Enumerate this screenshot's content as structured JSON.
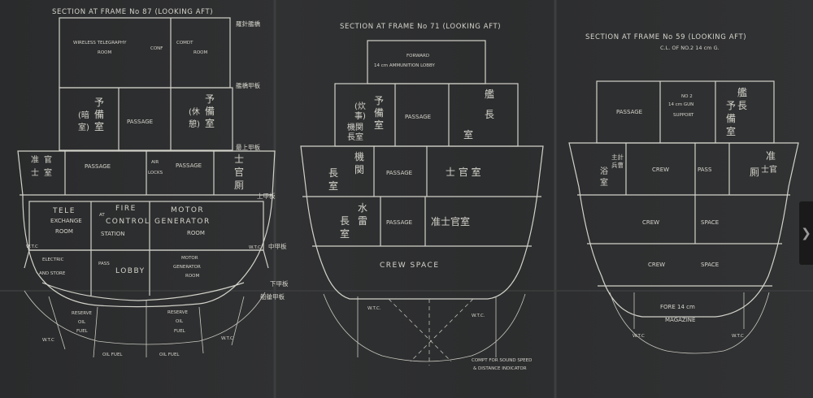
{
  "sections": [
    {
      "title": "SECTION AT FRAME No 87 (LOOKING AFT)",
      "labels": {
        "wt_room_1": "WIRELESS TELEGRAPHY",
        "wt_room_2": "ROOM",
        "conf": "CONF",
        "comdt_1": "COMDT",
        "comdt_2": "ROOM",
        "passage_upper": "PASSAGE",
        "passage_mid_1": "PASSAGE",
        "air_1": "AIR",
        "air_2": "LOCKS",
        "passage_mid_2": "PASSAGE",
        "tele_1": "TELE",
        "tele_2": "EXCHANGE",
        "tele_3": "ROOM",
        "fire_1": "FIRE",
        "fire_2": "CONTROL",
        "fire_3": "STATION",
        "fire_at": "AT",
        "motor_1": "MOTOR",
        "motor_2": "GENERATOR",
        "motor_3": "ROOM",
        "elec_1": "ELECTRIC",
        "elec_2": "AND STORE",
        "lobby": "LOBBY",
        "pass_small": "PASS",
        "motgen_1": "MOTOR",
        "motgen_2": "GENERATOR",
        "motgen_3": "ROOM",
        "reserve_1": "RESERVE",
        "reserve_2": "OIL",
        "reserve_3": "FUEL",
        "reserve_b_1": "RESERVE",
        "reserve_b_2": "OIL",
        "reserve_b_3": "FUEL",
        "oil_fuel_1": "OIL FUEL",
        "oil_fuel_2": "OIL FUEL",
        "wtc_left": "W.T.C",
        "wtc_right": "W.T.C",
        "wtc_left_side": "W.T.C",
        "wtc_right_side": "W.T.C"
      },
      "cjk": {
        "top_right": "羅針艦橋",
        "deck_1": "艦橋甲板",
        "deck_2": "最上甲板",
        "deck_3": "上甲板",
        "deck_4": "中甲板",
        "deck_5": "下甲板",
        "deck_6": "船艙甲板",
        "l_upper_1": "予",
        "l_upper_2": "備",
        "l_upper_3": "室",
        "l_upper_4": "(暗",
        "l_upper_5": "室)",
        "r_upper_1": "予",
        "r_upper_2": "備",
        "r_upper_3": "室",
        "r_upper_4": "(休",
        "r_upper_5": "憩)",
        "l_mid_1": "准",
        "l_mid_2": "士",
        "l_mid_3": "官",
        "l_mid_4": "室",
        "r_mid_1": "士",
        "r_mid_2": "官",
        "r_mid_3": "厠"
      }
    },
    {
      "title": "SECTION AT FRAME No 71 (LOOKING AFT)",
      "labels": {
        "fwd_1": "FORWARD",
        "fwd_2": "14 cm AMMUNITION LOBBY",
        "passage_1": "PASSAGE",
        "passage_2": "PASSAGE",
        "passage_3": "PASSAGE",
        "crew": "CREW SPACE",
        "wtc_l": "W.T.C.",
        "wtc_r": "W.T.C.",
        "note_1": "COMPT FOR SOUND SPEED",
        "note_2": "& DISTANCE INDICATOR"
      },
      "cjk": {
        "a_1": "予",
        "a_2": "備",
        "a_3": "室",
        "b_1": "(炊",
        "b_2": "事)",
        "b_3": "機関",
        "b_4": "長室",
        "c_1": "艦",
        "c_2": "長",
        "c_3": "室",
        "d_1": "機",
        "d_2": "関",
        "d_3": "長",
        "d_4": "室",
        "e": "士 官 室",
        "f_1": "水",
        "f_2": "雷",
        "f_3": "長",
        "f_4": "室",
        "g": "准士官室"
      }
    },
    {
      "title": "SECTION AT FRAME No 59 (LOOKING AFT)",
      "subtitle": "C.L. OF NO.2 14 cm G.",
      "labels": {
        "passage": "PASSAGE",
        "no2_1": "NO 2",
        "no2_2": "14 cm GUN",
        "no2_3": "SUPPORT",
        "crew_1": "CREW",
        "pass_1": "PASS",
        "crew_2": "CREW",
        "space_2": "SPACE",
        "crew_3": "CREW",
        "space_3": "SPACE",
        "fore_1": "FORE 14 cm",
        "fore_2": "MAGAZINE",
        "wtc_l": "W.T.C",
        "wtc_r": "W.T.C"
      },
      "cjk": {
        "a_1": "艦",
        "a_2": "長",
        "a_3": "予",
        "a_4": "備",
        "a_5": "室",
        "b_1": "主計",
        "b_2": "兵曹",
        "b_3": "浴",
        "b_4": "室",
        "c_1": "准",
        "c_2": "士官",
        "c_3": "厠"
      }
    }
  ],
  "nav": {
    "next_glyph": "❯"
  }
}
